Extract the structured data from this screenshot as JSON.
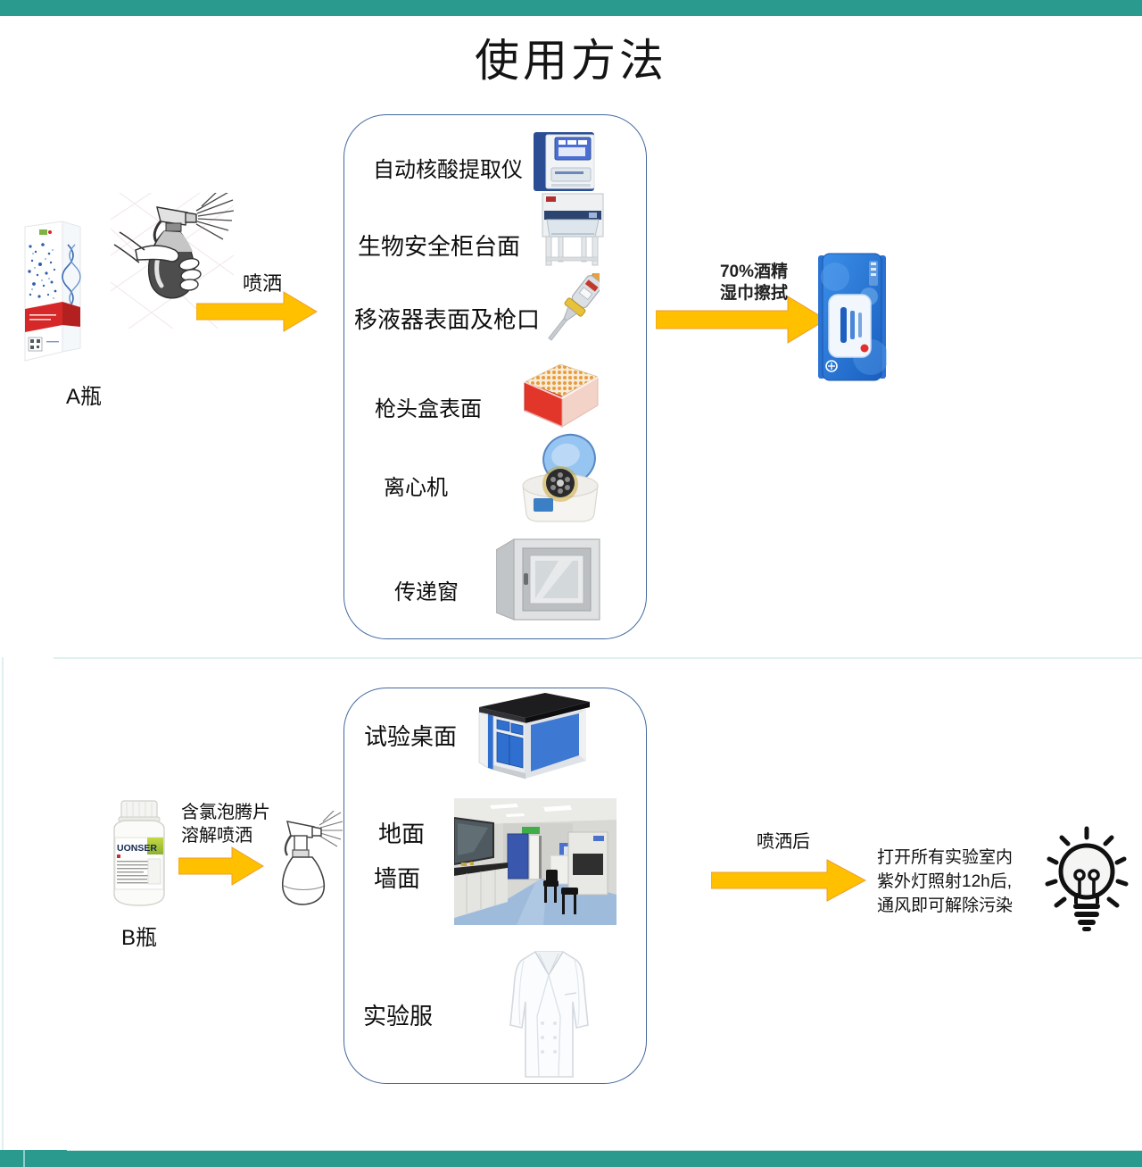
{
  "title": "使用方法",
  "colors": {
    "accent_teal": "#2a9a8e",
    "arrow_gold": "#ffc000",
    "box_border_blue": "#44699e"
  },
  "top_flow": {
    "product_label": "A瓶",
    "product_icon": "bottle-a-box-image",
    "spray_icon": "hand-spray-bottle-image",
    "spray_arrow_label": "喷洒",
    "box_items": [
      {
        "label": "自动核酸提取仪",
        "icon": "nucleic-acid-extractor-image"
      },
      {
        "label": "生物安全柜台面",
        "icon": "biosafety-cabinet-image"
      },
      {
        "label": "移液器表面及枪口",
        "icon": "pipette-image"
      },
      {
        "label": "枪头盒表面",
        "icon": "pipette-tip-box-image"
      },
      {
        "label": "离心机",
        "icon": "centrifuge-image"
      },
      {
        "label": "传递窗",
        "icon": "pass-through-window-image"
      }
    ],
    "wipe_arrow_label_line1": "70%酒精",
    "wipe_arrow_label_line2": "湿巾擦拭",
    "wipes_icon": "alcohol-wipes-pack-image"
  },
  "bottom_flow": {
    "product_label": "B瓶",
    "product_brand": "UONSER",
    "product_icon": "bottle-b-tablets-image",
    "dissolve_label_line1": "含氯泡腾片",
    "dissolve_label_line2": "溶解喷洒",
    "spray_icon": "spray-bottle-sketch-image",
    "box_items": [
      {
        "label": "试验桌面",
        "icon": "lab-bench-image"
      },
      {
        "label": "地面",
        "icon": "lab-room-photo-image"
      },
      {
        "label": "墙面",
        "icon": "lab-room-photo-image"
      },
      {
        "label": "实验服",
        "icon": "lab-coat-image"
      }
    ],
    "after_arrow_label": "喷洒后",
    "uv_note_line1": "打开所有实验室内",
    "uv_note_line2": "紫外灯照射12h后,",
    "uv_note_line3": "通风即可解除污染",
    "tip_icon": "light-bulb-icon"
  }
}
